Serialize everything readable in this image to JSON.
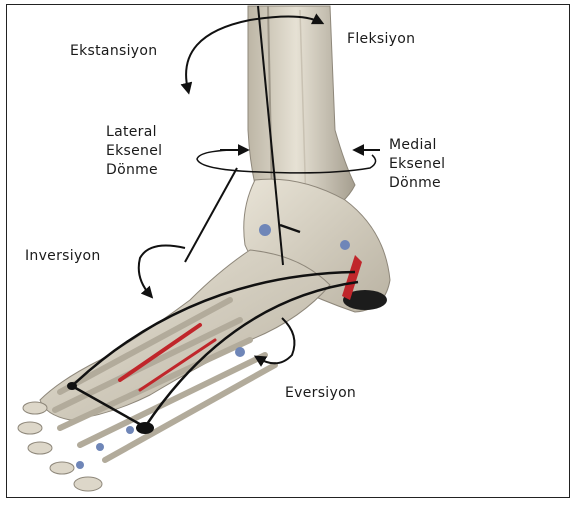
{
  "labels": {
    "ekstansiyon": "Ekstansiyon",
    "fleksiyon": "Fleksiyon",
    "lateral": [
      "Lateral",
      "Eksenel",
      "Dönme"
    ],
    "medial": [
      "Medial",
      "Eksenel",
      "Dönme"
    ],
    "inversiyon": "Inversiyon",
    "eversiyon": "Eversiyon"
  },
  "colors": {
    "bone": "#d9d3c4",
    "bone_shadow": "#a9a294",
    "muscle": "#c0262b",
    "joint": "#6f86b8",
    "line": "#111111"
  }
}
